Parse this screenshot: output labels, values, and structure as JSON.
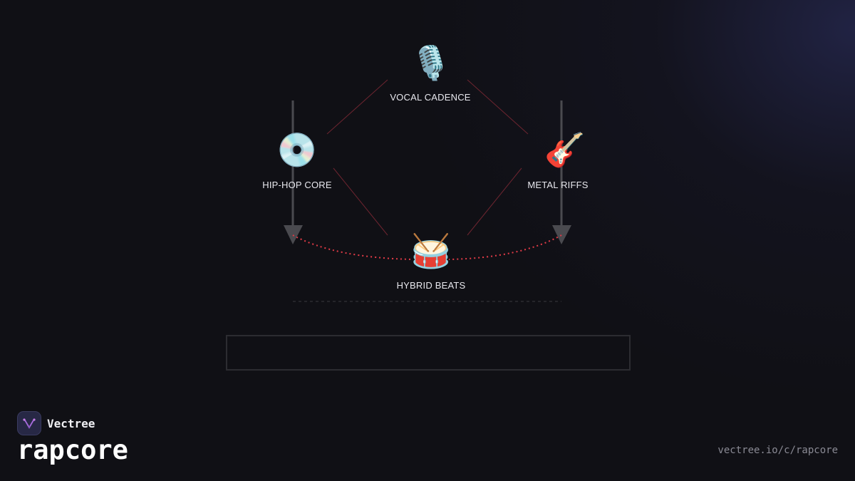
{
  "diagram": {
    "nodes": {
      "vocal": {
        "label": "VOCAL CADENCE",
        "icon": "microphone-icon",
        "glyph": "🎙️"
      },
      "hiphop": {
        "label": "HIP-HOP CORE",
        "icon": "cd-icon",
        "glyph": "💿"
      },
      "metal": {
        "label": "METAL RIFFS",
        "icon": "guitar-icon",
        "glyph": "🎸"
      },
      "hybrid": {
        "label": "HYBRID BEATS",
        "icon": "drum-icon",
        "glyph": "🥁"
      }
    },
    "colors": {
      "connector": "#6e2530",
      "arrow": "#4a4a4f",
      "curve": "#e23b47",
      "divider": "#3a3a40"
    }
  },
  "branding": {
    "company": "Vectree",
    "project": "rapcore",
    "url": "vectree.io/c/rapcore",
    "logo_icon": "vectree-logo-icon"
  }
}
